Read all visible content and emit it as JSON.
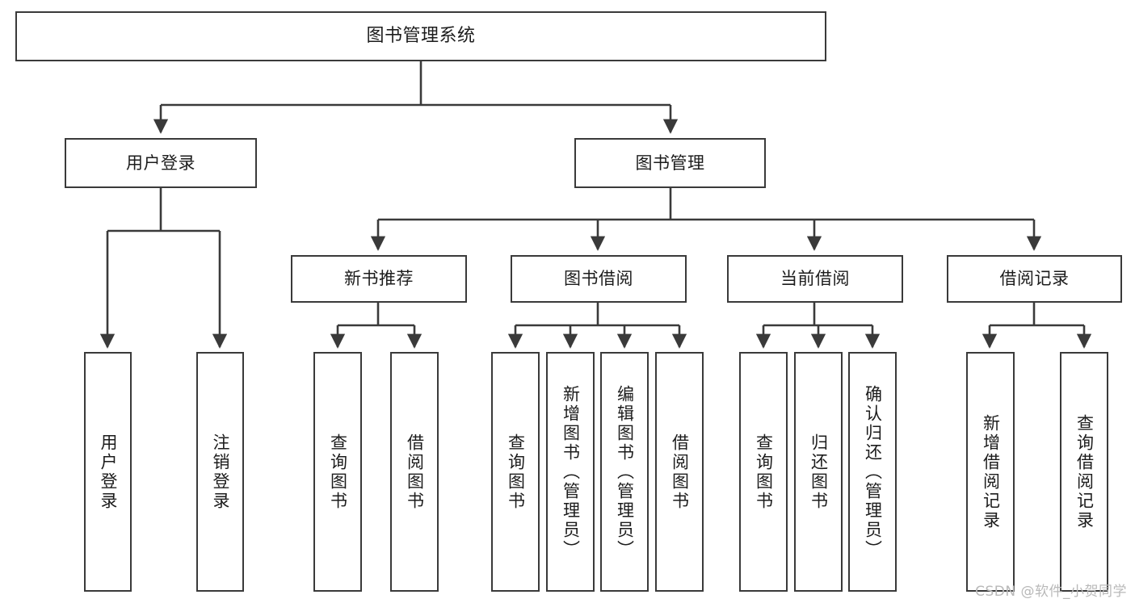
{
  "diagram": {
    "title": "图书管理系统",
    "watermark": "CSDN @软件_小贺同学",
    "stroke_color": "#3a3a3a",
    "text_color": "#1c1c1c",
    "background_color": "#ffffff",
    "nodes": {
      "root": {
        "label": "图书管理系统"
      },
      "level1": [
        {
          "id": "user-login",
          "label": "用户登录"
        },
        {
          "id": "book-management",
          "label": "图书管理"
        }
      ],
      "level2": [
        {
          "id": "new-book-recommend",
          "label": "新书推荐"
        },
        {
          "id": "book-borrow",
          "label": "图书借阅"
        },
        {
          "id": "current-borrow",
          "label": "当前借阅"
        },
        {
          "id": "borrow-record",
          "label": "借阅记录"
        }
      ],
      "leaves": {
        "user_login": [
          {
            "id": "leaf-user-login",
            "label": "用户登录"
          },
          {
            "id": "leaf-logout",
            "label": "注销登录"
          }
        ],
        "new_book_recommend": [
          {
            "id": "leaf-query-book-1",
            "label": "查询图书"
          },
          {
            "id": "leaf-borrow-book-1",
            "label": "借阅图书"
          }
        ],
        "book_borrow": [
          {
            "id": "leaf-query-book-2",
            "label": "查询图书"
          },
          {
            "id": "leaf-add-book",
            "label": "新增图书（管理员）"
          },
          {
            "id": "leaf-edit-book",
            "label": "编辑图书（管理员）"
          },
          {
            "id": "leaf-borrow-book-2",
            "label": "借阅图书"
          }
        ],
        "current_borrow": [
          {
            "id": "leaf-query-book-3",
            "label": "查询图书"
          },
          {
            "id": "leaf-return-book",
            "label": "归还图书"
          },
          {
            "id": "leaf-confirm-return",
            "label": "确认归还（管理员）"
          }
        ],
        "borrow_record": [
          {
            "id": "leaf-add-record",
            "label": "新增借阅记录"
          },
          {
            "id": "leaf-query-record",
            "label": "查询借阅记录"
          }
        ]
      }
    }
  }
}
